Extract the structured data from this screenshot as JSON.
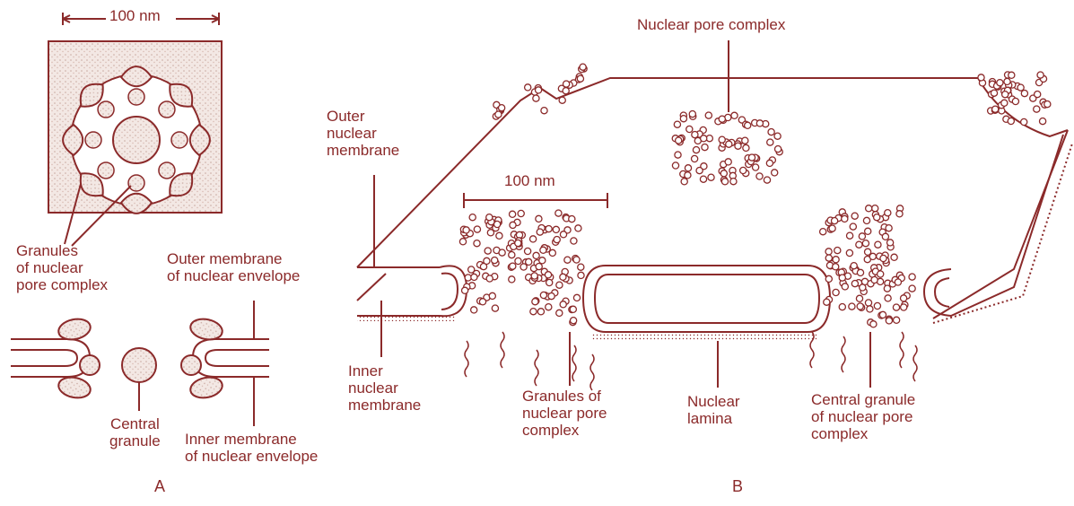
{
  "panel_a": {
    "scale_label": "100 nm",
    "granules_label": "Granules\nof nuclear\npore complex",
    "outer_membrane_label": "Outer membrane\nof nuclear envelope",
    "central_granule_label": "Central\ngranule",
    "inner_membrane_label": "Inner membrane\nof nuclear envelope",
    "panel_letter": "A"
  },
  "panel_b": {
    "pore_complex_label": "Nuclear pore complex",
    "outer_nuclear_membrane_label": "Outer\nnuclear\nmembrane",
    "scale_label": "100 nm",
    "inner_nuclear_membrane_label": "Inner\nnuclear\nmembrane",
    "granules_label": "Granules of\nnuclear pore\ncomplex",
    "lamina_label": "Nuclear\nlamina",
    "central_granule_label": "Central granule\nof nuclear pore\ncomplex",
    "panel_letter": "B"
  },
  "colors": {
    "ink": "#8b2a2a",
    "stipple": "#e8d6d0"
  }
}
